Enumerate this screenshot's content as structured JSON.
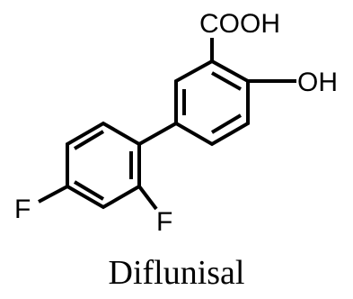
{
  "structure": {
    "compound_name": "Diflunisal",
    "labels": {
      "carboxyl": "COOH",
      "hydroxyl": "OH",
      "fluorine_left": "F",
      "fluorine_right": "F"
    }
  },
  "colors": {
    "ink": "#000000",
    "background": "#ffffff"
  }
}
